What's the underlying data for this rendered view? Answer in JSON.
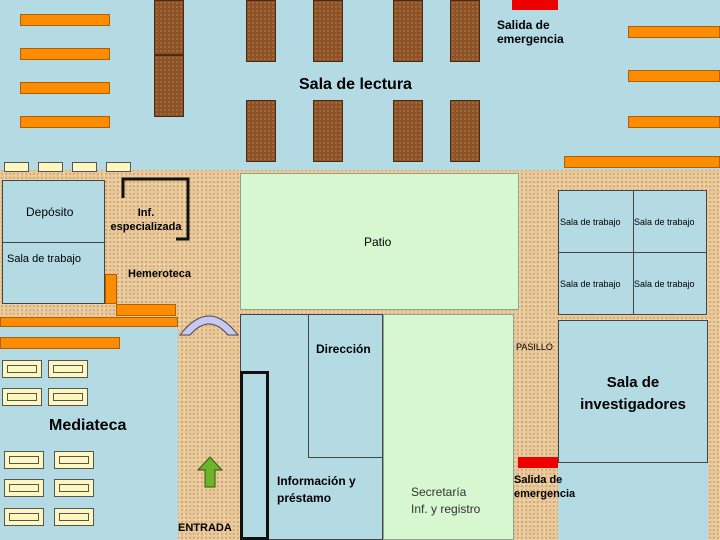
{
  "labels": {
    "sala_lectura": "Sala de lectura",
    "salida_top": [
      "Salida de",
      "emergencia"
    ],
    "deposito": "Depósito",
    "sala_trabajo_left": "Sala de trabajo",
    "inf_especializada": [
      "Inf.",
      "especializada"
    ],
    "hemeroteca": "Hemeroteca",
    "patio": "Patio",
    "sala_trabajo_grid": [
      "Sala de trabajo",
      "Sala de trabajo",
      "Sala de trabajo",
      "Sala de trabajo"
    ],
    "direccion": "Dirección",
    "pasillo": "PASILLO",
    "sala_investigadores": [
      "Sala de",
      "investigadores"
    ],
    "mediateca": "Mediateca",
    "info_prestamo": [
      "Información y",
      "préstamo"
    ],
    "secretaria": [
      "Secretaría",
      "Inf. y registro"
    ],
    "salida_bottom": [
      "Salida de",
      "emergencia"
    ],
    "entrada": "ENTRADA"
  },
  "colors": {
    "room": "#b4dae4",
    "green_room": "#d6f7d0",
    "shelf": "#fe8c00",
    "table": "#8a5227",
    "emergency_exit": "#ee0000",
    "entrance_arrow": "#6fb32a",
    "floor": "#e8c79a"
  },
  "icons": {
    "entrance": "up-arrow-icon",
    "archway": "arch-icon"
  }
}
